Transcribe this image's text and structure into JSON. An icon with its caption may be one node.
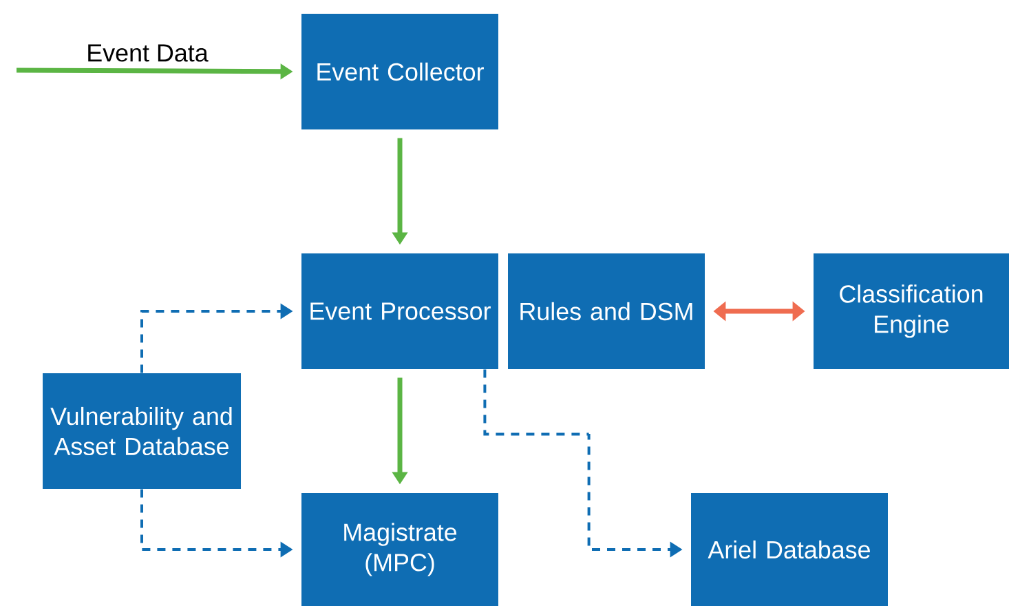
{
  "diagram": {
    "nodes": [
      {
        "text": [
          "Event Collector"
        ]
      },
      {
        "text": [
          "Event Processor"
        ]
      },
      {
        "text": [
          "Rules and DSM"
        ]
      },
      {
        "text": [
          "Classification Engine"
        ]
      },
      {
        "text": [
          "Vulnerability and Asset Database"
        ]
      },
      {
        "text": [
          "Magistrate (MPC)"
        ]
      },
      {
        "text": [
          "Ariel Database"
        ]
      }
    ],
    "edges": [
      {
        "from": null,
        "to": 0,
        "arrow": "to",
        "label": "Event Data",
        "color": "#5bb544"
      },
      {
        "from": 0,
        "to": 1,
        "arrow": "to",
        "color": "#5bb544"
      },
      {
        "from": 1,
        "to": 5,
        "arrow": "to",
        "color": "#5bb544"
      },
      {
        "from": 2,
        "to": 3,
        "arrow": "both",
        "color": "#ef6c50"
      },
      {
        "from": 4,
        "to": 1,
        "arrow": "to",
        "style": "dashed",
        "color": "#0f6db3"
      },
      {
        "from": 4,
        "to": 5,
        "arrow": "to",
        "style": "dashed",
        "color": "#0f6db3"
      },
      {
        "from": 1,
        "to": 6,
        "arrow": "to",
        "style": "dashed",
        "color": "#0f6db3"
      }
    ]
  }
}
